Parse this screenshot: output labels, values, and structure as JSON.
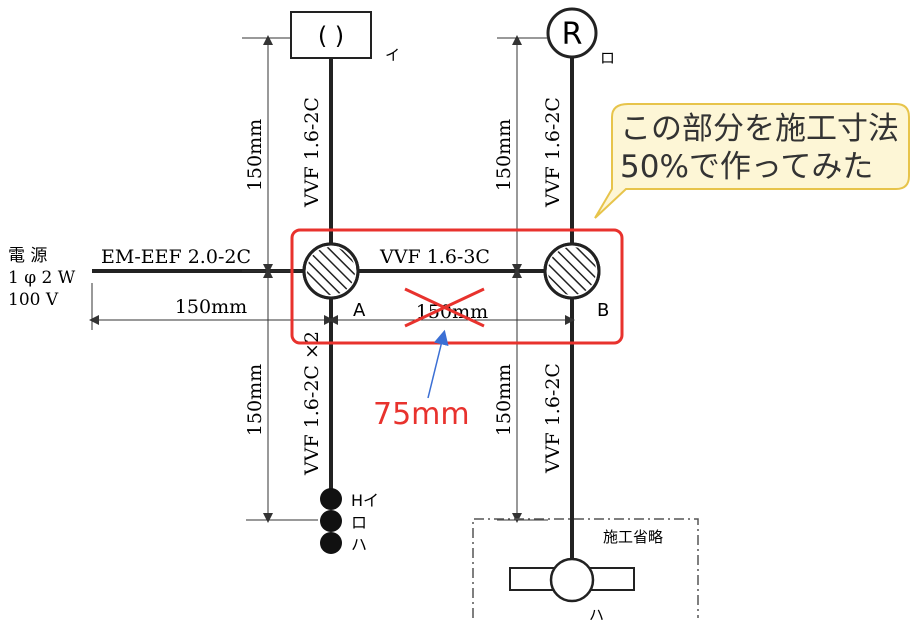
{
  "title": "",
  "outlet_i": {
    "symbol": "( )",
    "label": "イ"
  },
  "outlet_ro": {
    "symbol": "R",
    "label": "ロ"
  },
  "cable_left_upper": "VVF 1.6-2C",
  "cable_right_upper": "VVF 1.6-2C",
  "cable_left_lower": "VVF 1.6-2C ×2",
  "cable_right_lower": "VVF 1.6-2C",
  "cable_ab": "VVF 1.6-3C",
  "cable_main": "EM-EEF 2.0-2C",
  "power_source": {
    "line1": "電 源",
    "line2": "1 φ 2 W",
    "line3": "100 V"
  },
  "dims": {
    "left_upper": "150mm",
    "right_upper": "150mm",
    "left_lower": "150mm",
    "right_lower": "150mm",
    "main_horizontal": "150mm",
    "ab_original": "150mm"
  },
  "box_a_label": "A",
  "box_b_label": "B",
  "switch_labels": [
    "Hイ",
    "ロ",
    "ハ"
  ],
  "omitted_label": "施工省略",
  "lamp_label": "ハ",
  "correction_value": "75mm",
  "callout": {
    "line1": "この部分を施工寸法",
    "line2": "50%で作ってみた"
  },
  "colors": {
    "red": "#e8322d",
    "blue": "#3b6fd4",
    "callout_fill": "#fdf6d6",
    "callout_stroke": "#e7c44b"
  }
}
